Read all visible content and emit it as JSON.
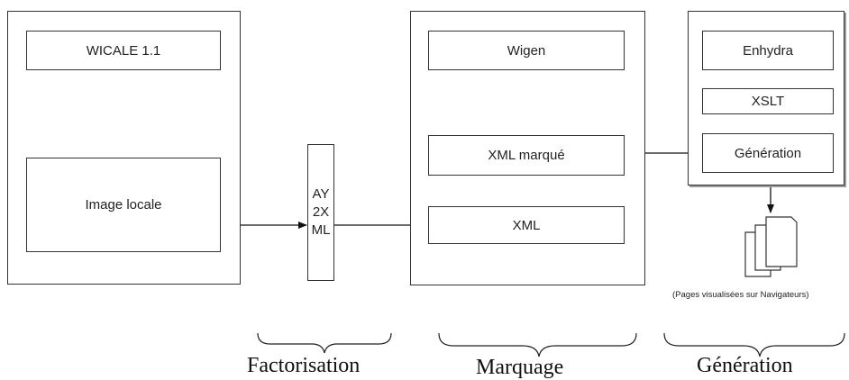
{
  "blocks": {
    "wicale": {
      "title": "WICALE 1.1",
      "image": "Image locale"
    },
    "ay2xml": {
      "line1": "AY",
      "line2": "2X",
      "line3": "ML"
    },
    "wigen": {
      "title": "Wigen",
      "xml_marque": "XML marqué",
      "xml": "XML"
    },
    "enhydra": {
      "title": "Enhydra",
      "xslt": "XSLT",
      "generation": "Génération"
    }
  },
  "pages_caption": "(Pages visualisées sur Navigateurs)",
  "phases": {
    "factorisation": "Factorisation",
    "marquage": "Marquage",
    "generation": "Génération"
  }
}
